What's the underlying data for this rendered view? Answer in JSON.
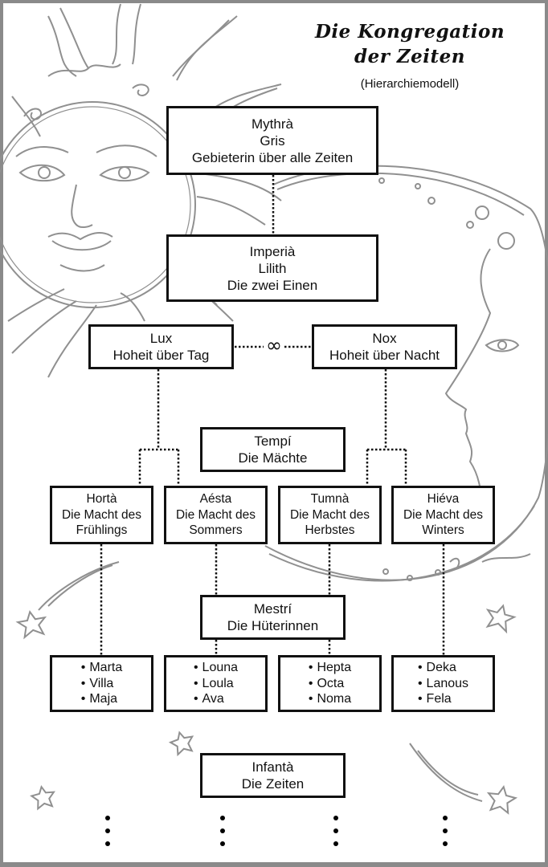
{
  "title": {
    "line1": "Die Kongregation",
    "line2": "der Zeiten",
    "subtitle": "(Hierarchiemodell)"
  },
  "nodes": {
    "mythra": {
      "name": "Mythrà",
      "alias": "Gris",
      "role": "Gebieterin über alle Zeiten"
    },
    "imperia": {
      "name": "Imperià",
      "alias": "Lilith",
      "role": "Die zwei Einen"
    },
    "lux": {
      "name": "Lux",
      "role": "Hoheit über Tag"
    },
    "nox": {
      "name": "Nox",
      "role": "Hoheit über Nacht"
    },
    "link_symbol": "∞",
    "tempi": {
      "name": "Tempí",
      "role": "Die Mächte"
    },
    "seasons": [
      {
        "name": "Hortà",
        "role_line1": "Die Macht des",
        "role_line2": "Frühlings"
      },
      {
        "name": "Aésta",
        "role_line1": "Die Macht des",
        "role_line2": "Sommers"
      },
      {
        "name": "Tumnà",
        "role_line1": "Die Macht des",
        "role_line2": "Herbstes"
      },
      {
        "name": "Hiéva",
        "role_line1": "Die Macht des",
        "role_line2": "Winters"
      }
    ],
    "mestri": {
      "name": "Mestrí",
      "role": "Die Hüterinnen"
    },
    "guardians": [
      [
        "Marta",
        "Villa",
        "Maja"
      ],
      [
        "Louna",
        "Loula",
        "Ava"
      ],
      [
        "Hepta",
        "Octa",
        "Noma"
      ],
      [
        "Deka",
        "Lanous",
        "Fela"
      ]
    ],
    "infanta": {
      "name": "Infantà",
      "role": "Die Zeiten"
    }
  },
  "colors": {
    "line": "#111111",
    "illustration": "#8f8f8f",
    "frame": "#8a8a8a"
  }
}
